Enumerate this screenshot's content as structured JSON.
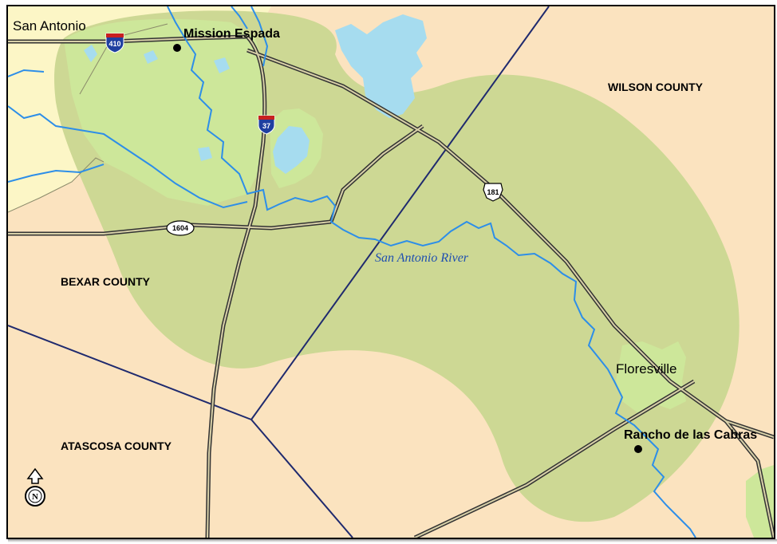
{
  "places": {
    "san_antonio": "San Antonio",
    "mission_espada": "Mission Espada",
    "floresville": "Floresville",
    "rancho": "Rancho de las Cabras"
  },
  "counties": {
    "wilson": "WILSON COUNTY",
    "bexar": "BEXAR COUNTY",
    "atascosa": "ATASCOSA COUNTY"
  },
  "river": {
    "name": "San Antonio River"
  },
  "highways": {
    "i410": "410",
    "i37": "37",
    "us181": "181",
    "loop1604": "1604"
  },
  "compass": {
    "letter": "N"
  },
  "colors": {
    "land": "#fbe3bf",
    "corridor": "#cdd894",
    "park": "#cde79a",
    "city": "#fcf6c6",
    "water": "#a6dcef",
    "river": "#2d8ee8",
    "county_line": "#1f2a6e"
  }
}
